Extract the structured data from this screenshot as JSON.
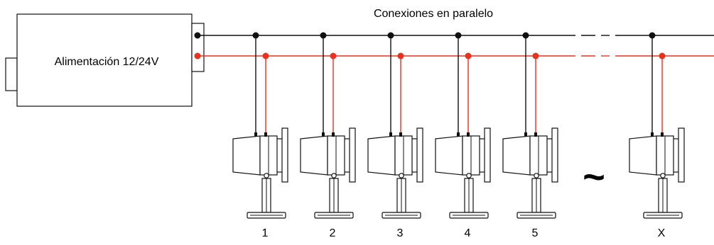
{
  "title": "Conexiones en paralelo",
  "power_supply": {
    "label": "Alimentación 12/24V"
  },
  "wire_colors": {
    "negative": "#111111",
    "positive": "#e8321e"
  },
  "ellipsis_symbol": "~",
  "lights": [
    {
      "label": "1"
    },
    {
      "label": "2"
    },
    {
      "label": "3"
    },
    {
      "label": "4"
    },
    {
      "label": "5"
    },
    {
      "label": "X"
    }
  ]
}
